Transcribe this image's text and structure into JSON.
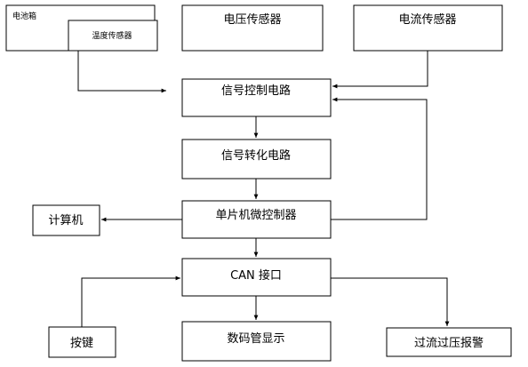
{
  "nodes": {
    "battery_box": "电池箱",
    "temp_sensor": "温度传感器",
    "voltage_sensor": "电压传感器",
    "current_sensor": "电流传感器",
    "signal_control": "信号控制电路",
    "signal_convert": "信号转化电路",
    "mcu": "单片机微控制器",
    "computer": "计算机",
    "can": "CAN 接口",
    "button": "按键",
    "display": "数码管显示",
    "alarm": "过流过压报警"
  }
}
